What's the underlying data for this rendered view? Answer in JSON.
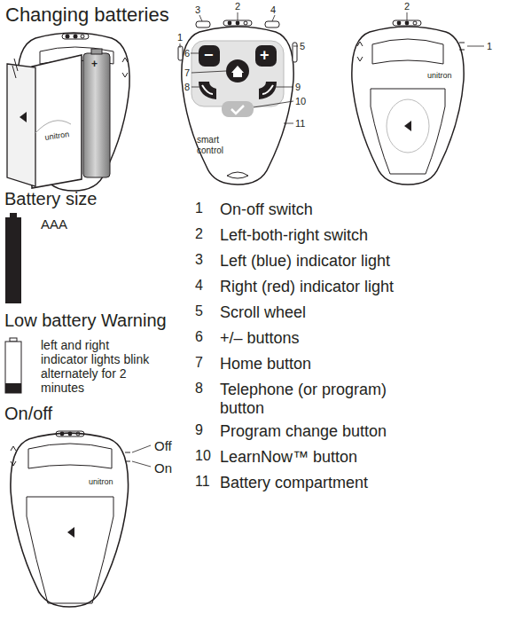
{
  "diagram": {
    "title": "Changing batteries",
    "labels": [
      "3",
      "2",
      "4",
      "6",
      "1",
      "7",
      "8",
      "5",
      "9",
      "10",
      "11",
      "2",
      "1",
      "−",
      "+",
      "smart control",
      "unitron",
      "unitron",
      "unitron",
      "Battery size",
      "AAA",
      "Low battery Warning",
      "left and right indicator lights blink alternately for 2 minutes",
      "On/off",
      "Off",
      "On",
      "1",
      "On-off switch",
      "2",
      "Left-both-right switch",
      "3",
      "Left (blue) indicator light",
      "4",
      "Right (red) indicator light",
      "5",
      "Scroll wheel",
      "6",
      "+/– buttons",
      "7",
      "Home button",
      "8",
      "Telephone (or program) button",
      "9",
      "Program change button",
      "10",
      "LearnNow™ button",
      "11",
      "Battery compartment",
      "+"
    ]
  }
}
